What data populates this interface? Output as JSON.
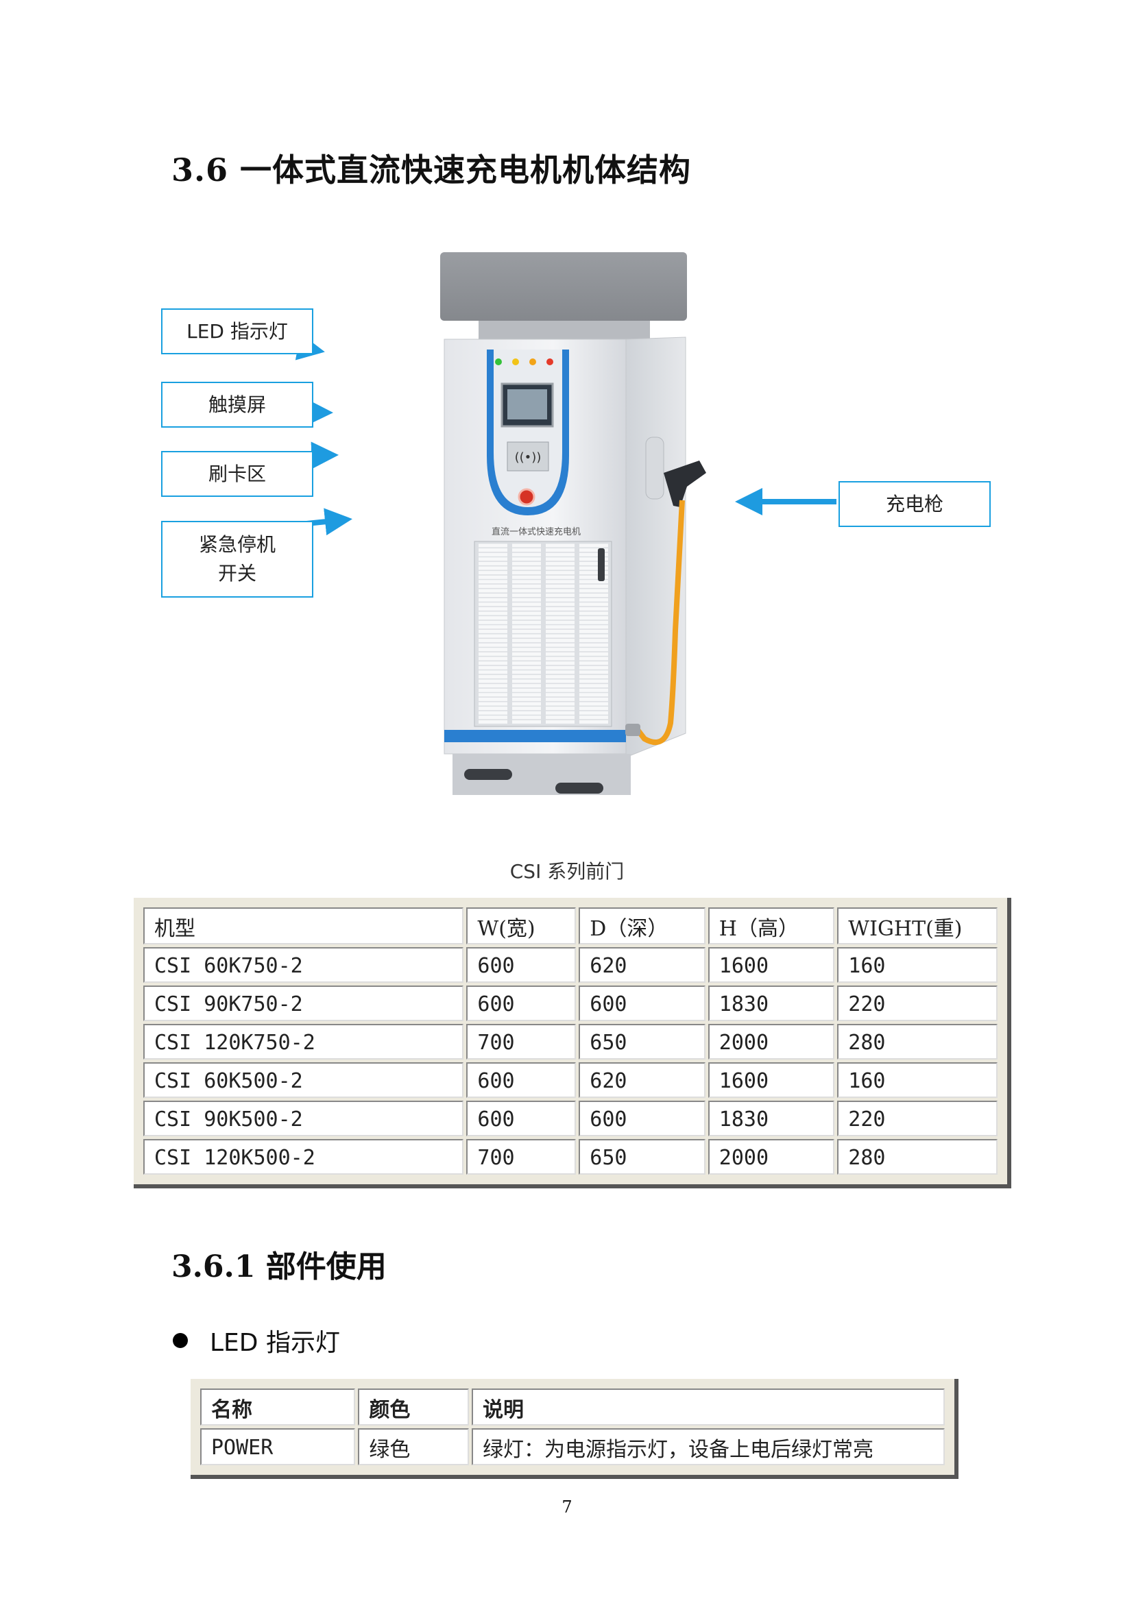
{
  "section_title": "3.6 一体式直流快速充电机机体结构",
  "figure": {
    "callouts": {
      "led": "LED 指示灯",
      "touch": "触摸屏",
      "card": "刷卡区",
      "estop_line1": "紧急停机",
      "estop_line2": "开关",
      "gun": "充电枪"
    },
    "cabinet_label": "直流一体式快速充电机"
  },
  "caption": "CSI 系列前门",
  "spec_table": {
    "headers": [
      "机型",
      "W(宽)",
      "D（深）",
      "H（高）",
      "WIGHT(重)"
    ],
    "rows": [
      [
        "CSI 60K750-2",
        "600",
        "620",
        "1600",
        "160"
      ],
      [
        "CSI 90K750-2",
        "600",
        "600",
        "1830",
        "220"
      ],
      [
        "CSI 120K750-2",
        "700",
        "650",
        "2000",
        "280"
      ],
      [
        "CSI 60K500-2",
        "600",
        "620",
        "1600",
        "160"
      ],
      [
        "CSI 90K500-2",
        "600",
        "600",
        "1830",
        "220"
      ],
      [
        "CSI 120K500-2",
        "700",
        "650",
        "2000",
        "280"
      ]
    ]
  },
  "subsection_title": "3.6.1 部件使用",
  "bullet": "LED 指示灯",
  "led_table": {
    "headers": [
      "名称",
      "颜色",
      "说明"
    ],
    "rows": [
      [
        "POWER",
        "绿色",
        "绿灯：为电源指示灯，设备上电后绿灯常亮"
      ]
    ]
  },
  "page_number": "7",
  "colors": {
    "callout_border": "#19a0e0",
    "arrow": "#1e9be0",
    "panel_blue": "#2a7fd0",
    "gun_hose": "#f0a01e"
  }
}
